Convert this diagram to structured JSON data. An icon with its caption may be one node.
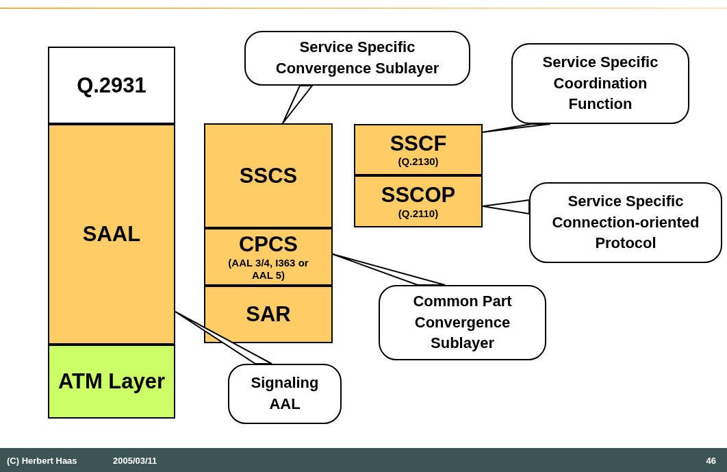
{
  "diagram": {
    "nodes": [
      {
        "text": [
          "Q.2931"
        ]
      },
      {
        "text": [
          "SAAL"
        ]
      },
      {
        "text": [
          "ATM Layer"
        ]
      },
      {
        "text": [
          "SSCS"
        ]
      },
      {
        "text": [
          "CPCS",
          "(AAL 3/4, I363 or AAL 5)"
        ]
      },
      {
        "text": [
          "SAR"
        ]
      },
      {
        "text": [
          "SSCF",
          "(Q.2130)"
        ]
      },
      {
        "text": [
          "SSCOP",
          "(Q.2110)"
        ]
      },
      {
        "text": [
          "Service Specific Convergence Sublayer"
        ]
      },
      {
        "text": [
          "Service Specific Coordination Function"
        ]
      },
      {
        "text": [
          "Service Specific Connection-oriented Protocol"
        ]
      },
      {
        "text": [
          "Common Part Convergence Sublayer"
        ]
      },
      {
        "text": [
          "Signaling AAL"
        ]
      }
    ],
    "edges": [
      {
        "from": 8,
        "to": 3,
        "arrow": "none"
      },
      {
        "from": 9,
        "to": 6,
        "arrow": "none"
      },
      {
        "from": 10,
        "to": 7,
        "arrow": "none"
      },
      {
        "from": 11,
        "to": 4,
        "arrow": "none"
      },
      {
        "from": 12,
        "to": 1,
        "arrow": "none"
      }
    ],
    "labels": [
      "(C) Herbert Haas",
      "2005/03/11",
      "46"
    ]
  }
}
